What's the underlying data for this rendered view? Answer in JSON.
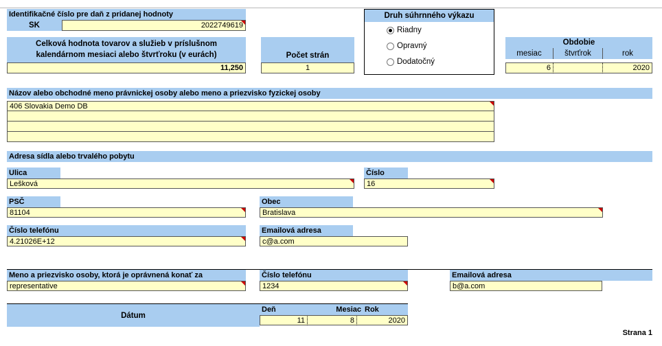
{
  "tax_id": {
    "label": "Identifikačné číslo pre daň z pridanej hodnoty",
    "country": "SK",
    "value": "2022749619"
  },
  "report_type": {
    "title": "Druh súhrnného výkazu",
    "options": [
      "Riadny",
      "Opravný",
      "Dodatočný"
    ],
    "selected": "Riadny"
  },
  "total_value": {
    "label_line1": "Celková hodnota tovarov a služieb v príslušnom",
    "label_line2": "kalendárnom mesiaci alebo štvrťroku (v eurách)",
    "value": "11,250"
  },
  "pages": {
    "label": "Počet strán",
    "value": "1"
  },
  "period": {
    "title": "Obdobie",
    "month_label": "mesiac",
    "quarter_label": "štvrťrok",
    "year_label": "rok",
    "month": "6",
    "quarter": "",
    "year": "2020"
  },
  "name_section": {
    "label": "Názov alebo obchodné meno právnickej osoby alebo meno a priezvisko fyzickej osoby",
    "lines": [
      "406 Slovakia Demo DB",
      "",
      "",
      ""
    ]
  },
  "address": {
    "section_label": "Adresa sídla alebo trvalého pobytu",
    "street_label": "Ulica",
    "street": "Lešková",
    "number_label": "Číslo",
    "number": "16",
    "zip_label": "PSČ",
    "zip": "81104",
    "city_label": "Obec",
    "city": "Bratislava",
    "phone_label": "Číslo telefónu",
    "phone": "4.21026E+12",
    "email_label": "Emailová adresa",
    "email": "c@a.com"
  },
  "representative": {
    "name_label": "Meno a priezvisko osoby, ktorá je oprávnená konať za",
    "name": "representative",
    "phone_label": "Číslo telefónu",
    "phone": "1234",
    "email_label": "Emailová adresa",
    "email": "b@a.com"
  },
  "date": {
    "label": "Dátum",
    "day_label": "Deň",
    "month_label": "Mesiac",
    "year_label": "Rok",
    "day": "11",
    "month": "8",
    "year": "2020"
  },
  "footer": {
    "page_label": "Strana 1"
  },
  "colors": {
    "header_blue": "#a9cdf0",
    "field_yellow": "#ffffc8",
    "comment_marker": "#cc0000"
  }
}
